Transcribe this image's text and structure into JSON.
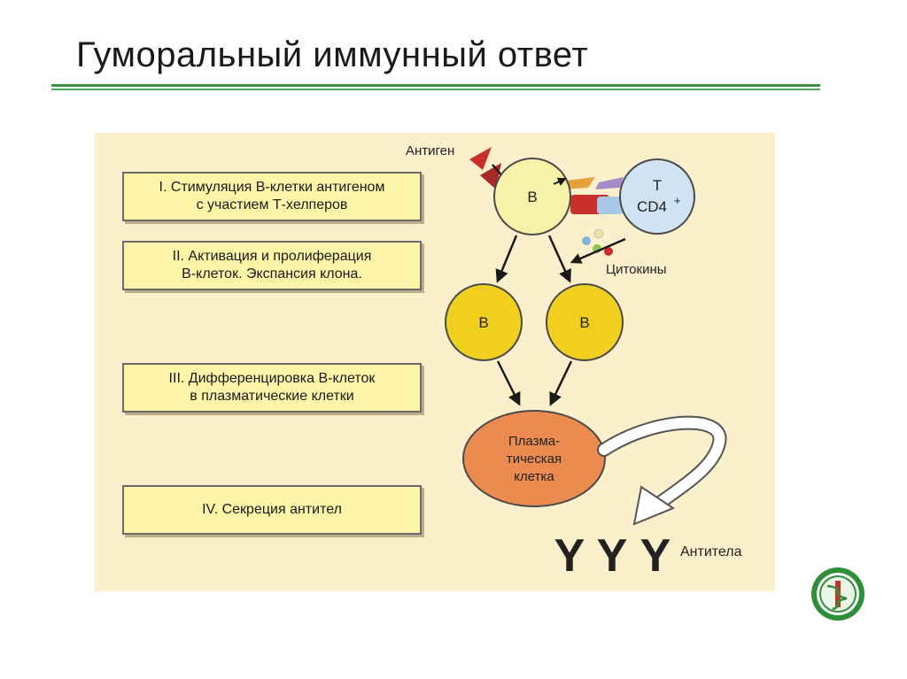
{
  "slide": {
    "title": "Гуморальный иммунный ответ"
  },
  "stages": [
    {
      "label": "I. Стимуляция В-клетки антигеном\nс участием Т-хелперов"
    },
    {
      "label": "II. Активация и пролиферация\nВ-клеток. Экспансия клона."
    },
    {
      "label": "III. Дифференцировка В-клеток\nв плазматические клетки"
    },
    {
      "label": "IV. Секреция антител"
    }
  ],
  "diagram": {
    "antigen_label": "Антиген",
    "b_cell_label": "B",
    "t_cell_line1": "T",
    "t_cell_line2": "CD4",
    "t_cell_sup": "+",
    "cytokines_label": "Цитокины",
    "clone_b1_label": "B",
    "clone_b2_label": "B",
    "plasma_line1": "Плазма-",
    "plasma_line2": "тическая",
    "plasma_line3": "клетка",
    "antibody_glyph": "Y",
    "antibodies_label": "Антитела"
  },
  "colors": {
    "b_cell_naive": "#f7f2a8",
    "b_cell_clone": "#f0cf1e",
    "t_cell": "#cfe3f2",
    "plasma_cell": "#ec8b4f",
    "antigen": "#c9302c",
    "accent_green": "#3f8f3f"
  },
  "icons": {
    "logo": "medical-emblem-icon"
  }
}
